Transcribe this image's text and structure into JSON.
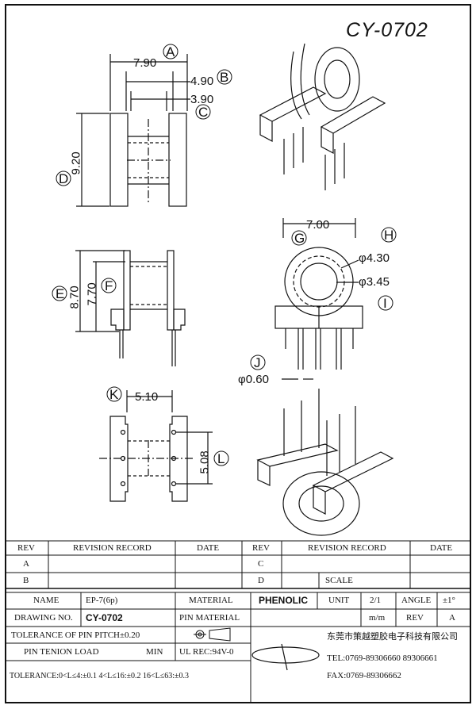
{
  "title": "CY-0702",
  "dimensions": {
    "a": "7.90",
    "b": "4.90",
    "c": "3.90",
    "d": "9.20",
    "e": "8.70",
    "f": "7.70",
    "g": "7.00",
    "h": "φ4.30",
    "i": "φ3.45",
    "j": "φ0.60",
    "k": "5.10",
    "l": "5.08"
  },
  "callouts": [
    "A",
    "B",
    "C",
    "D",
    "E",
    "F",
    "G",
    "H",
    "I",
    "J",
    "K",
    "L"
  ],
  "revision_table": {
    "rev_header": "REV",
    "record_header": "REVISION RECORD",
    "date_header": "DATE",
    "rows_left": [
      "A",
      "B"
    ],
    "rows_right": [
      "C",
      "D"
    ],
    "scale_label": "SCALE"
  },
  "title_block": {
    "name_label": "NAME",
    "name_value": "EP-7(6p)",
    "material_label": "MATERIAL",
    "material_value": "PHENOLIC",
    "unit_label": "UNIT",
    "unit_value": "2/1",
    "angle_label": "ANGLE",
    "angle_value": "±1°",
    "drawing_label": "DRAWING NO.",
    "drawing_value": "CY-0702",
    "pin_material_label": "PIN MATERIAL",
    "mm": "m/m",
    "rev_label": "REV",
    "rev_value": "A",
    "tolerance_pitch": "TOLERANCE OF PIN PITCH±0.20",
    "pin_tension_label": "PIN TENION LOAD",
    "pin_tension_value": "MIN",
    "ul_rec": "UL REC:94V-0",
    "tolerance_line": "TOLERANCE:0<L≤4:±0.1  4<L≤16:±0.2  16<L≤63:±0.3",
    "company_cn": "东莞市策越塑胶电子科技有限公司",
    "tel": "TEL:0769-89306660 89306661",
    "fax": "FAX:0769-89306662"
  }
}
